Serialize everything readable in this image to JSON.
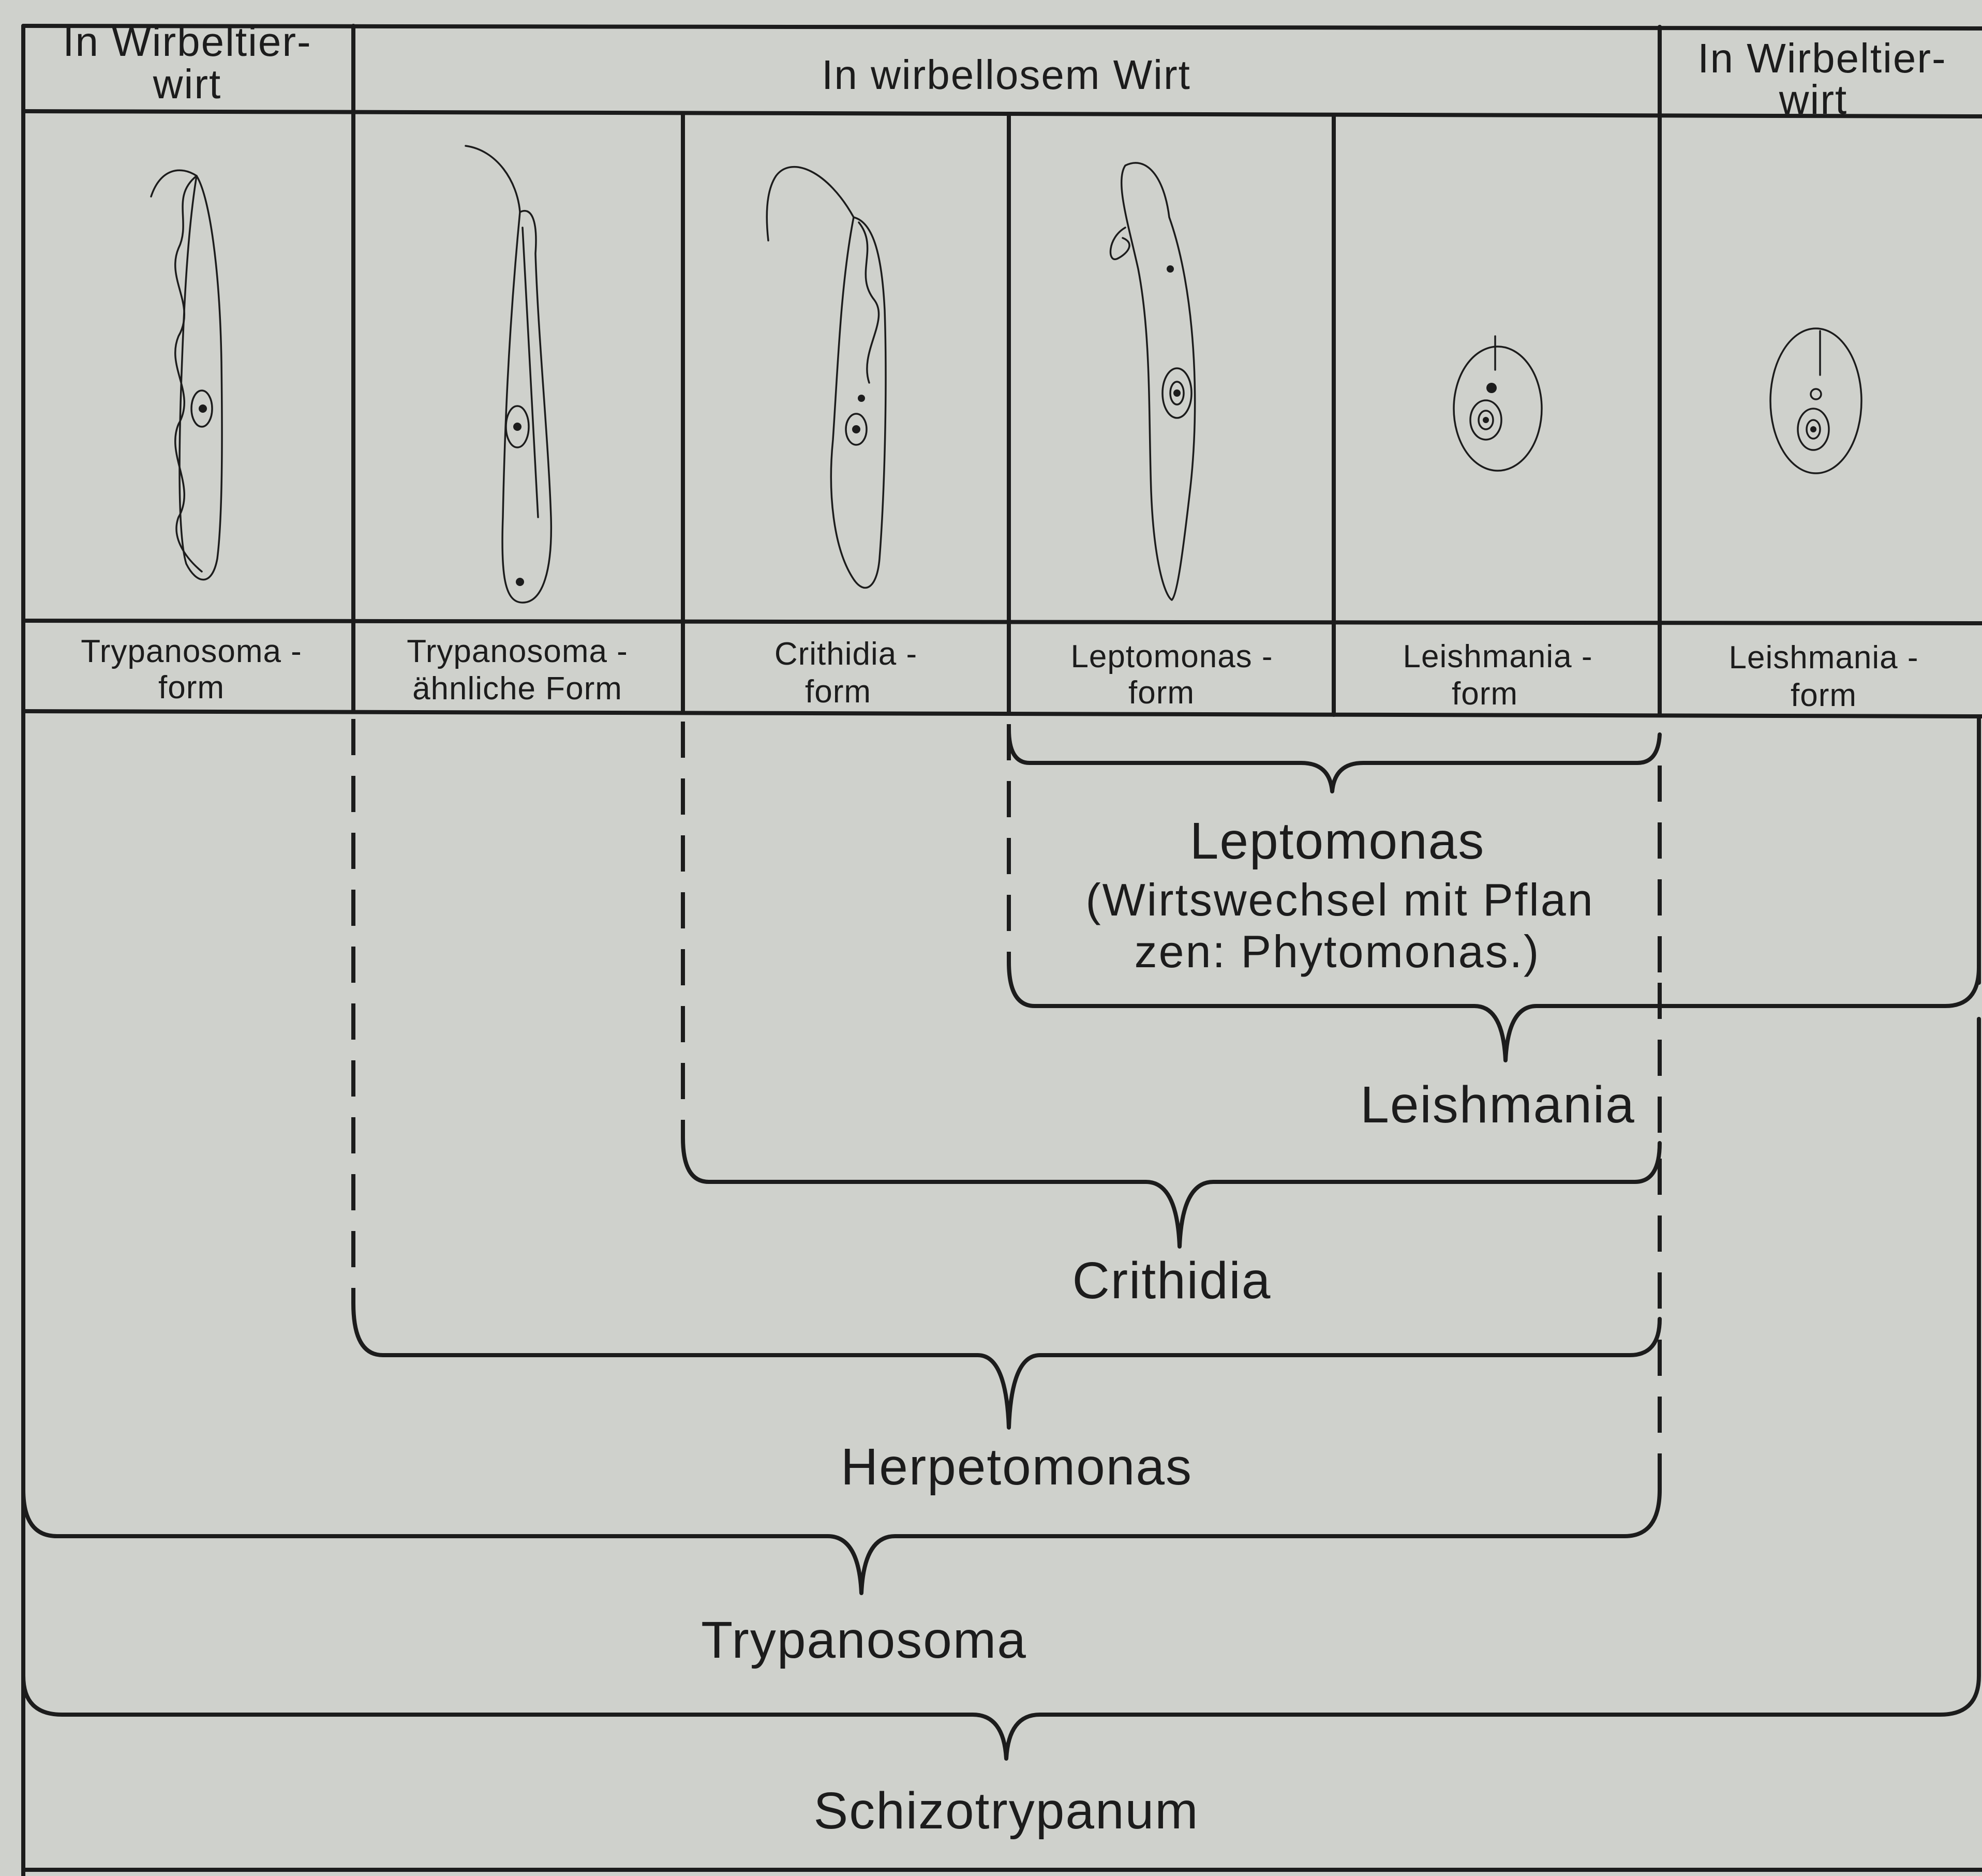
{
  "header": {
    "left_host": [
      "In Wirbeltier-",
      "wirt"
    ],
    "center_host": "In wirbellosem Wirt",
    "right_host": [
      "In Wirbeltier-",
      "wirt"
    ]
  },
  "forms": [
    {
      "line1": "Trypanosoma -",
      "line2": "form"
    },
    {
      "line1": "Trypanosoma -",
      "line2": "ähnliche Form"
    },
    {
      "line1": "Crithidia -",
      "line2": "form"
    },
    {
      "line1": "Leptomonas -",
      "line2": "form"
    },
    {
      "line1": "Leishmania -",
      "line2": "form"
    },
    {
      "line1": "Leishmania -",
      "line2": "form"
    }
  ],
  "genera": {
    "leptomonas": "Leptomonas",
    "leptomonas_note_1": "(Wirtswechsel mit Pflan",
    "leptomonas_note_2": "zen:   Phytomonas.)",
    "leishmania": "Leishmania",
    "crithidia": "Crithidia",
    "herpetomonas": "Herpetomonas",
    "trypanosoma": "Trypanosoma",
    "schizotrypanum": "Schizotrypanum"
  }
}
